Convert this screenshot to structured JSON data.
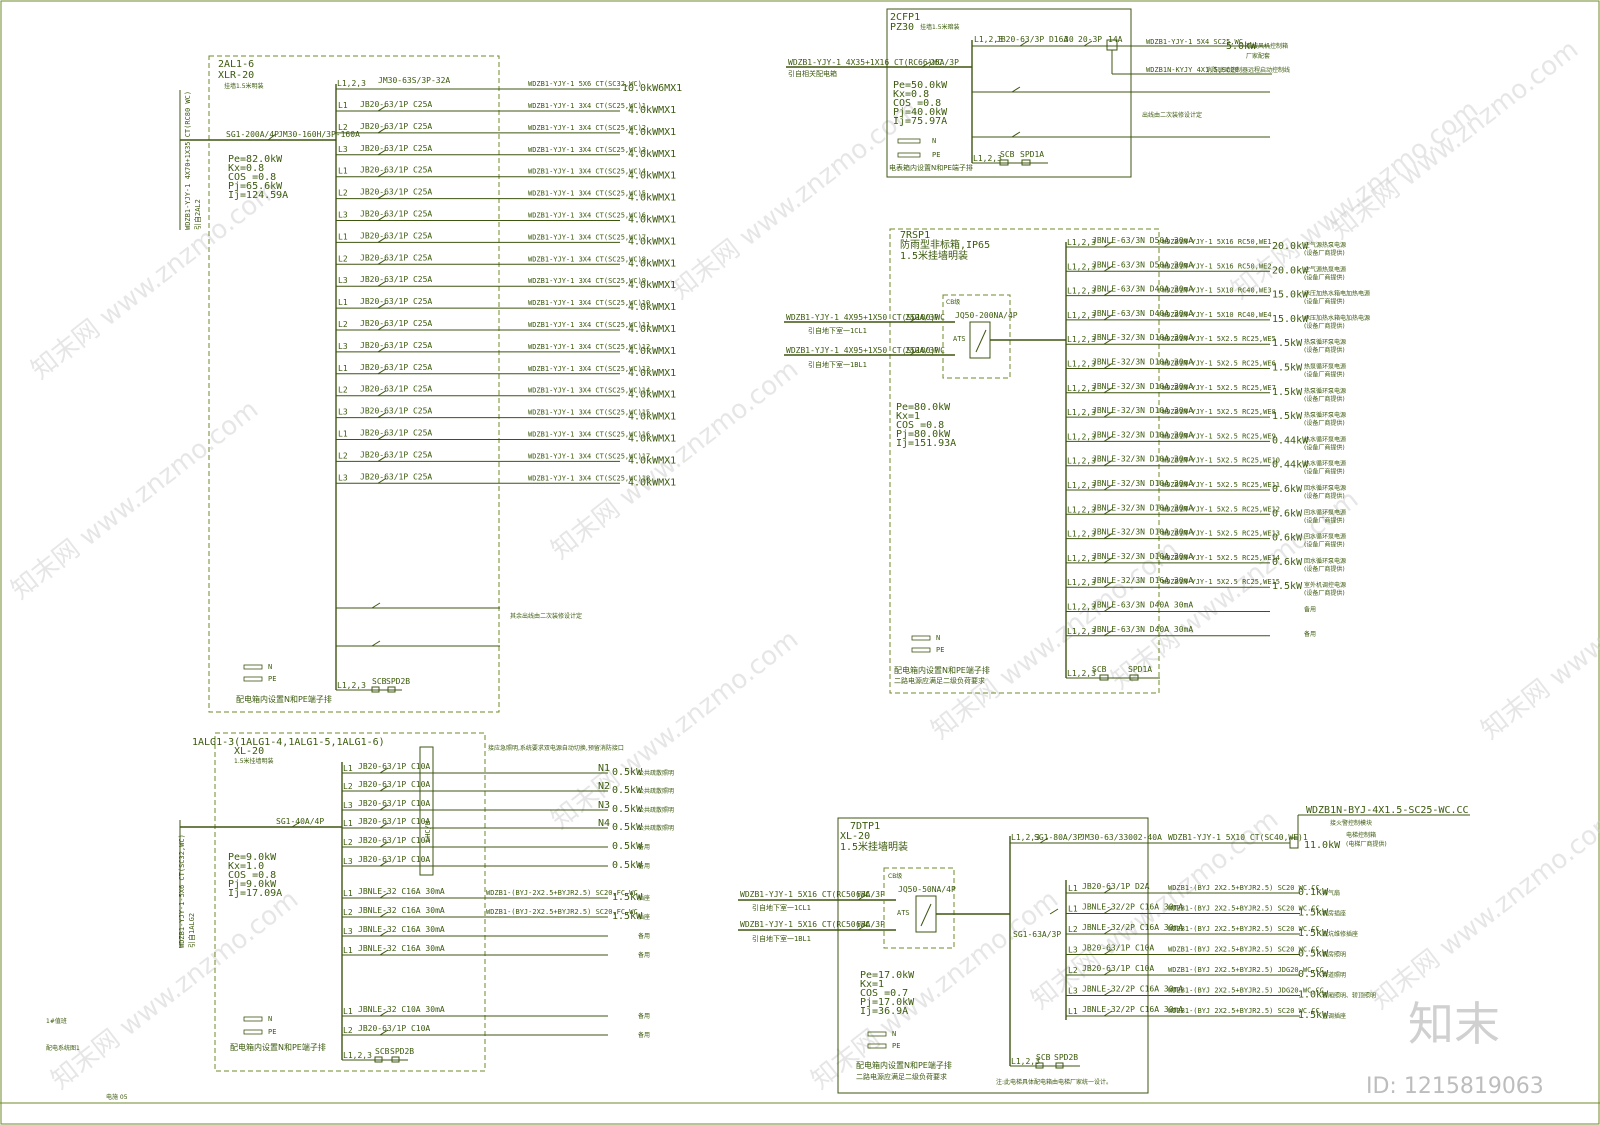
{
  "panel_2AL1": {
    "name": "2AL1-6",
    "model": "XLR-20",
    "mount": "挂墙1.5米明装",
    "feeder_cable": "WDZB1-YJY-1 4X70+1X35 CT(RC80 WC)",
    "feeder_from": "引自2AL2",
    "main_breaker": "SG1-200A/4P",
    "isolator": "JM30-160H/3P-160A",
    "params": [
      "Pe=82.0kW",
      "Kx=0.8",
      "COS  =0.8",
      "Pj=65.6kW",
      "Ij=124.59A"
    ],
    "first_row": {
      "phase": "L1,2,3",
      "breaker": "JM30-63S/3P-32A",
      "cable": "WDZB1-YJY-1 5X6 CT(SC32,WC)",
      "load": "10.0kW6MX1"
    },
    "rows": [
      {
        "phase": "L1",
        "breaker": "JB20-63/1P C25A",
        "cable": "WDZB1-YJY-1 3X4 CT(SC25,WC)1",
        "load": "4.0kWMX1"
      },
      {
        "phase": "L2",
        "breaker": "JB20-63/1P C25A",
        "cable": "WDZB1-YJY-1 3X4 CT(SC25,WC)2",
        "load": "4.0kWMX1"
      },
      {
        "phase": "L3",
        "breaker": "JB20-63/1P C25A",
        "cable": "WDZB1-YJY-1 3X4 CT(SC25,WC)3",
        "load": "4.0kWMX1"
      },
      {
        "phase": "L1",
        "breaker": "JB20-63/1P C25A",
        "cable": "WDZB1-YJY-1 3X4 CT(SC25,WC)4",
        "load": "4.0kWMX1"
      },
      {
        "phase": "L2",
        "breaker": "JB20-63/1P C25A",
        "cable": "WDZB1-YJY-1 3X4 CT(SC25,WC)5",
        "load": "4.0kWMX1"
      },
      {
        "phase": "L3",
        "breaker": "JB20-63/1P C25A",
        "cable": "WDZB1-YJY-1 3X4 CT(SC25,WC)6",
        "load": "4.0kWMX1"
      },
      {
        "phase": "L1",
        "breaker": "JB20-63/1P C25A",
        "cable": "WDZB1-YJY-1 3X4 CT(SC25,WC)7",
        "load": "4.0kWMX1"
      },
      {
        "phase": "L2",
        "breaker": "JB20-63/1P C25A",
        "cable": "WDZB1-YJY-1 3X4 CT(SC25,WC)8",
        "load": "4.0kWMX1"
      },
      {
        "phase": "L3",
        "breaker": "JB20-63/1P C25A",
        "cable": "WDZB1-YJY-1 3X4 CT(SC25,WC)9",
        "load": "4.0kWMX1"
      },
      {
        "phase": "L1",
        "breaker": "JB20-63/1P C25A",
        "cable": "WDZB1-YJY-1 3X4 CT(SC25,WC)10",
        "load": "4.0kWMX1"
      },
      {
        "phase": "L2",
        "breaker": "JB20-63/1P C25A",
        "cable": "WDZB1-YJY-1 3X4 CT(SC25,WC)11",
        "load": "4.0kWMX1"
      },
      {
        "phase": "L3",
        "breaker": "JB20-63/1P C25A",
        "cable": "WDZB1-YJY-1 3X4 CT(SC25,WC)12",
        "load": "4.0kWMX1"
      },
      {
        "phase": "L1",
        "breaker": "JB20-63/1P C25A",
        "cable": "WDZB1-YJY-1 3X4 CT(SC25,WC)13",
        "load": "4.0kWMX1"
      },
      {
        "phase": "L2",
        "breaker": "JB20-63/1P C25A",
        "cable": "WDZB1-YJY-1 3X4 CT(SC25,WC)14",
        "load": "4.0kWMX1"
      },
      {
        "phase": "L3",
        "breaker": "JB20-63/1P C25A",
        "cable": "WDZB1-YJY-1 3X4 CT(SC25,WC)15",
        "load": "4.0kWMX1"
      },
      {
        "phase": "L1",
        "breaker": "JB20-63/1P C25A",
        "cable": "WDZB1-YJY-1 3X4 CT(SC25,WC)16",
        "load": "4.0kWMX1"
      },
      {
        "phase": "L2",
        "breaker": "JB20-63/1P C25A",
        "cable": "WDZB1-YJY-1 3X4 CT(SC25,WC)17",
        "load": "4.0kWMX1"
      },
      {
        "phase": "L3",
        "breaker": "JB20-63/1P C25A",
        "cable": "WDZB1-YJY-1 3X4 CT(SC25,WC)18",
        "load": "4.0kWMX1"
      }
    ],
    "note": "其余出线由二次装修设计定",
    "n_label": "N",
    "pe_label": "PE",
    "spd": {
      "phase": "L1,2,3",
      "scb": "SCB",
      "spd": "SPD2B"
    },
    "terminal_note": "配电箱内设置N和PE端子排"
  },
  "panel_1ALG1": {
    "name": "1ALG1-3(1ALG1-4,1ALG1-5,1ALG1-6)",
    "model": "XL-20",
    "mount": "1.5米挂墙明装",
    "feeder_cable": "WDZB1-YJY-1-5X6 CT(SC32,WC)",
    "feeder_from": "引自1ALG2",
    "main_breaker": "SG1-40A/4P",
    "params": [
      "Pe=9.0kW",
      "Kx=1.0",
      "COS  =0.8",
      "Pj=9.0kW",
      "Ij=17.09A"
    ],
    "header_note": "接应急照明,系统要求双电源自动切换,预留消防接口",
    "module_label": "LHC/H",
    "rows": [
      {
        "phase": "L1",
        "breaker": "JB20-63/1P C10A",
        "circuit": "N1",
        "load": "0.5kW",
        "desc": "公共疏散照明"
      },
      {
        "phase": "L2",
        "breaker": "JB20-63/1P C10A",
        "circuit": "N2",
        "load": "0.5kW",
        "desc": "公共疏散照明"
      },
      {
        "phase": "L3",
        "breaker": "JB20-63/1P C10A",
        "circuit": "N3",
        "load": "0.5kW",
        "desc": "公共疏散照明"
      },
      {
        "phase": "L1",
        "breaker": "JB20-63/1P C10A",
        "circuit": "N4",
        "load": "0.5kW",
        "desc": "公共疏散照明"
      },
      {
        "phase": "L2",
        "breaker": "JB20-63/1P C10A",
        "circuit": "",
        "load": "0.5kW",
        "desc": "备用"
      },
      {
        "phase": "L3",
        "breaker": "JB20-63/1P C10A",
        "circuit": "",
        "load": "0.5kW",
        "desc": "备用"
      },
      {
        "phase": "L1",
        "breaker": "JBNLE-32 C16A 30mA",
        "circuit": "WDZB1-(BYJ-2X2.5+BYJR2.5) SC20,FC,WC",
        "load": "1.5kW",
        "desc": "插座"
      },
      {
        "phase": "L2",
        "breaker": "JBNLE-32 C16A 30mA",
        "circuit": "WDZB1-(BYJ-2X2.5+BYJR2.5) SC20,FC,WC",
        "load": "1.5kW",
        "desc": "插座"
      },
      {
        "phase": "L3",
        "breaker": "JBNLE-32 C16A 30mA",
        "circuit": "",
        "load": "",
        "desc": "备用"
      },
      {
        "phase": "L1",
        "breaker": "JBNLE-32 C16A 30mA",
        "circuit": "",
        "load": "",
        "desc": "备用"
      },
      {
        "phase": "L1",
        "breaker": "JBNLE-32 C10A 30mA",
        "circuit": "",
        "load": "",
        "desc": "备用"
      },
      {
        "phase": "L2",
        "breaker": "JB20-63/1P C10A",
        "circuit": "",
        "load": "",
        "desc": "备用"
      }
    ],
    "n_label": "N",
    "pe_label": "PE",
    "spd": {
      "phase": "L1,2,3",
      "scb": "SCB",
      "spd": "SPD2B"
    },
    "terminal_note": "配电箱内设置N和PE端子排",
    "left_note_1": "1#值班",
    "left_note_2": "配电系统图1",
    "footer": "电施 05"
  },
  "panel_2CFP1": {
    "name": "2CFP1",
    "model": "PZ30",
    "mount": "挂墙1.5米暗装",
    "feeder_cable": "WDZB1-YJY-1 4X35+1X16 CT(RC66)WC",
    "feeder_from": "引自相关配电箱",
    "main_breaker": "25A/3P",
    "params": [
      "Pe=50.0kW",
      "Kx=0.8",
      "COS  =0.8",
      "Pj=40.0kW",
      "Ij=75.97A"
    ],
    "first_row": {
      "phase": "L1,2,3",
      "breaker": "JB20-63/3P D16A",
      "contactor": "30",
      "relay": "20-3P",
      "thermal": "14A",
      "cable": "WDZB1-YJY-1 5X4 SC25,WC",
      "load": "5.0kW",
      "desc": "事故风机控制箱"
    },
    "second_row": {
      "cable": "WDZB1N-KYJY 4X1.5,SC20",
      "desc": "消防联动控制器远程启动控制线"
    },
    "maker_note": "厂家配套",
    "note": "出线由二次装修设计定",
    "n_label": "N",
    "pe_label": "PE",
    "spd": {
      "phase": "L1,2,3",
      "scb": "SCB",
      "spd": "SPD1A"
    },
    "terminal_note": "电表箱内设置N和PE端子排"
  },
  "panel_7RSP1": {
    "name": "7RSP1",
    "model": "防雨型非标箱,IP65",
    "mount": "1.5米挂墙明装",
    "feeder_1": {
      "cable": "WDZB1-YJY-1 4X95+1X50 CT(SC100)WC",
      "breaker": "250A/3P",
      "from": "引自地下室一1CL1"
    },
    "feeder_2": {
      "cable": "WDZB1-YJY-1 4X95+1X50 CT(SC100)WC",
      "breaker": "250A/3P",
      "from": "引自地下室一1BL1"
    },
    "cb_label": "CB级",
    "ats": "JQ50-200NA/4P",
    "ats_label": "ATS",
    "params": [
      "Pe=80.0kW",
      "Kx=1",
      "COS  =0.8",
      "Pj=80.0kW",
      "Ij=151.93A"
    ],
    "rows": [
      {
        "phase": "L1,2,3",
        "breaker": "JBNLE-63/3N D50A 30mA",
        "cable": "WDZB1N-YJY-1 5X16 RC50,WE1",
        "load": "20.0kW",
        "desc": "空气源热泵电源",
        "sub": "(设备厂商提供)"
      },
      {
        "phase": "L1,2,3",
        "breaker": "JBNLE-63/3N D50A 30mA",
        "cable": "WDZB1N-YJY-1 5X16 RC50,WE2",
        "load": "20.0kW",
        "desc": "空气源热泵电源",
        "sub": "(设备厂商提供)"
      },
      {
        "phase": "L1,2,3",
        "breaker": "JBNLE-63/3N D40A 30mA",
        "cable": "WDZB1N-YJY-1 5X10 RC40,WE3",
        "load": "15.0kW",
        "desc": "承压加热水箱电加热电源",
        "sub": "(设备厂商提供)"
      },
      {
        "phase": "L1,2,3",
        "breaker": "JBNLE-63/3N D40A 30mA",
        "cable": "WDZB1N-YJY-1 5X10 RC40,WE4",
        "load": "15.0kW",
        "desc": "承压加热水箱电加热电源",
        "sub": "(设备厂商提供)"
      },
      {
        "phase": "L1,2,3",
        "breaker": "JBNLE-32/3N D10A 30mA",
        "cable": "WDZB1N-YJY-1 5X2.5 RC25,WE5",
        "load": "1.5kW",
        "desc": "热泵循环泵电源",
        "sub": "(设备厂商提供)"
      },
      {
        "phase": "L1,2,3",
        "breaker": "JBNLE-32/3N D10A 30mA",
        "cable": "WDZB1N-YJY-1 5X2.5 RC25,WE6",
        "load": "1.5kW",
        "desc": "热泵循环泵电源",
        "sub": "(设备厂商提供)"
      },
      {
        "phase": "L1,2,3",
        "breaker": "JBNLE-32/3N D10A 30mA",
        "cable": "WDZB1N-YJY-1 5X2.5 RC25,WE7",
        "load": "1.5kW",
        "desc": "热泵循环泵电源",
        "sub": "(设备厂商提供)"
      },
      {
        "phase": "L1,2,3",
        "breaker": "JBNLE-32/3N D10A 30mA",
        "cable": "WDZB1N-YJY-1 5X2.5 RC25,WE8",
        "load": "1.5kW",
        "desc": "热泵循环泵电源",
        "sub": "(设备厂商提供)"
      },
      {
        "phase": "L1,2,3",
        "breaker": "JBNLE-32/3N D10A 30mA",
        "cable": "WDZB1N-YJY-1 5X2.5 RC25,WE9",
        "load": "0.44kW",
        "desc": "热水循环泵电源",
        "sub": "(设备厂商提供)"
      },
      {
        "phase": "L1,2,3",
        "breaker": "JBNLE-32/3N D10A 30mA",
        "cable": "WDZB1N-YJY-1 5X2.5 RC25,WE10",
        "load": "0.44kW",
        "desc": "热水循环泵电源",
        "sub": "(设备厂商提供)"
      },
      {
        "phase": "L1,2,3",
        "breaker": "JBNLE-32/3N D10A 30mA",
        "cable": "WDZB1N-YJY-1 5X2.5 RC25,WE11",
        "load": "0.6kW",
        "desc": "回水循环泵电源",
        "sub": "(设备厂商提供)"
      },
      {
        "phase": "L1,2,3",
        "breaker": "JBNLE-32/3N D10A 30mA",
        "cable": "WDZB1N-YJY-1 5X2.5 RC25,WE12",
        "load": "0.6kW",
        "desc": "回水循环泵电源",
        "sub": "(设备厂商提供)"
      },
      {
        "phase": "L1,2,3",
        "breaker": "JBNLE-32/3N D10A 30mA",
        "cable": "WDZB1N-YJY-1 5X2.5 RC25,WE13",
        "load": "0.6kW",
        "desc": "回水循环泵电源",
        "sub": "(设备厂商提供)"
      },
      {
        "phase": "L1,2,3",
        "breaker": "JBNLE-32/3N D10A 30mA",
        "cable": "WDZB1N-YJY-1 5X2.5 RC25,WE14",
        "load": "0.6kW",
        "desc": "回水循环泵电源",
        "sub": "(设备厂商提供)"
      },
      {
        "phase": "L1,2,3",
        "breaker": "JBNLE-32/3N D16A 30mA",
        "cable": "WDZB1N-YJY-1 5X2.5 RC25,WE15",
        "load": "1.5kW",
        "desc": "室外机调控电源",
        "sub": "(设备厂商提供)"
      },
      {
        "phase": "L1,2,3",
        "breaker": "JBNLE-63/3N D40A 30mA",
        "cable": "",
        "load": "",
        "desc": "备用",
        "sub": ""
      },
      {
        "phase": "L1,2,3",
        "breaker": "JBNLE-63/3N D40A 30mA",
        "cable": "",
        "load": "",
        "desc": "备用",
        "sub": ""
      }
    ],
    "n_label": "N",
    "pe_label": "PE",
    "spd": {
      "phase": "L1,2,3",
      "scb": "SCB",
      "spd": "SPD1A"
    },
    "terminal_note": "配电箱内设置N和PE端子排",
    "terminal_note_2": "二路电源应满足二级负荷要求"
  },
  "panel_7DTP1": {
    "name": "7DTP1",
    "model": "XL-20",
    "mount": "1.5米挂墙明装",
    "feeder_1": {
      "cable": "WDZB1-YJY-1 5X16 CT(RC50)WC",
      "breaker": "63A/3P",
      "from": "引自地下室一1CL1"
    },
    "feeder_2": {
      "cable": "WDZB1-YJY-1 5X16 CT(RC50)WC",
      "breaker": "63A/3P",
      "from": "引自地下室一1BL1"
    },
    "cb_label": "CB级",
    "ats": "JQ50-50NA/4P",
    "ats_label": "ATS",
    "params": [
      "Pe=17.0kW",
      "Kx=1",
      "COS  =0.7",
      "Pj=17.0kW",
      "Ij=36.9A"
    ],
    "elevator_row": {
      "phase": "L1,2,3",
      "breaker": "SG1-80A/3P",
      "isolator": "JM30-63/33002-40A",
      "cable": "WDZB1-YJY-1 5X10 CT(SC40,WE)1",
      "load": "11.0kW",
      "desc": "电梯控制箱",
      "sub": "(电梯厂商提供)"
    },
    "elevator_top": {
      "cable": "WDZB1N-BYJ-4X1.5-SC25-WC.CC",
      "desc": "接火警控制模块"
    },
    "sub_breaker": "SG1-63A/3P",
    "rows": [
      {
        "phase": "L1",
        "breaker": "JB20-63/1P D2A",
        "cable": "WDZB1-(BYJ 2X2.5+BYJR2.5) SC20 WC.CC",
        "load": "0.1kW",
        "desc": "排气扇"
      },
      {
        "phase": "L1",
        "breaker": "JBNLE-32/2P C16A 30mA",
        "cable": "WDZB1-(BYJ 2X2.5+BYJR2.5) SC20 WC.CC",
        "load": "1.5kW",
        "desc": "机房插座"
      },
      {
        "phase": "L2",
        "breaker": "JBNLE-32/2P C16A 30mA",
        "cable": "WDZB1-(BYJ 2X2.5+BYJR2.5) SC20 WC.CC",
        "load": "1.5kW",
        "desc": "底坑维修插座"
      },
      {
        "phase": "L3",
        "breaker": "JB20-63/1P C10A",
        "cable": "WDZB1-(BYJ 2X2.5+BYJR2.5) SC20 WC.CC",
        "load": "0.5kW",
        "desc": "机房照明"
      },
      {
        "phase": "L2",
        "breaker": "JB20-63/1P C10A",
        "cable": "WDZB1-(BYJ 2X2.5+BYJR2.5) JDG20 WC.CC",
        "load": "0.5kW",
        "desc": "井道照明"
      },
      {
        "phase": "L3",
        "breaker": "JBNLE-32/2P C16A 30mA",
        "cable": "WDZB1-(BYJ 2X2.5+BYJR2.5) JDG20 WC.CC",
        "load": "1.0kW",
        "desc": "轿厢照明、轿顶照明"
      },
      {
        "phase": "L1",
        "breaker": "JBNLE-32/2P C16A 30mA",
        "cable": "WDZB1-(BYJ 2X2.5+BYJR2.5) SC20 WC.CC",
        "load": "1.5kW",
        "desc": "空调插座"
      }
    ],
    "n_label": "N",
    "pe_label": "PE",
    "spd": {
      "phase": "L1,2,3",
      "scb": "SCB",
      "spd": "SPD2B"
    },
    "terminal_note": "配电箱内设置N和PE端子排",
    "terminal_note_2": "二路电源应满足二级负荷要求",
    "footnote": "注:此电梯具体配电箱由电梯厂家统一设计。"
  },
  "watermark": {
    "text": "知末网 www.znzmo.com",
    "logo": "知末",
    "id": "ID: 1215819063"
  },
  "colors": {
    "line": "#3e5510",
    "text": "#3b5a0c",
    "frame": "#6f8a2a",
    "watermark": "#c9c9c9"
  }
}
